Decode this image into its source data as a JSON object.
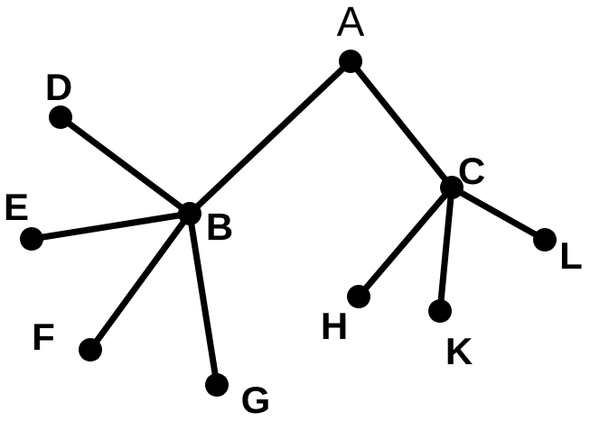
{
  "diagram": {
    "type": "tree",
    "nodes": {
      "A": "A",
      "B": "B",
      "C": "C",
      "D": "D",
      "E": "E",
      "F": "F",
      "G": "G",
      "H": "H",
      "K": "K",
      "L": "L"
    },
    "edges": [
      [
        "A",
        "B"
      ],
      [
        "A",
        "C"
      ],
      [
        "B",
        "D"
      ],
      [
        "B",
        "E"
      ],
      [
        "B",
        "F"
      ],
      [
        "B",
        "G"
      ],
      [
        "C",
        "H"
      ],
      [
        "C",
        "K"
      ],
      [
        "C",
        "L"
      ]
    ]
  }
}
